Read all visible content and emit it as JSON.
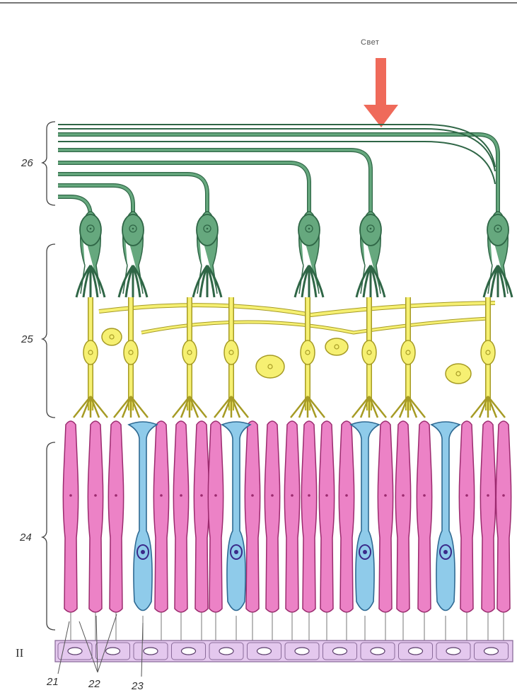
{
  "arrow": {
    "label": "Свет",
    "color": "#ef6a5a"
  },
  "layers": [
    {
      "id": "26",
      "label": "26",
      "color": "#66a87e"
    },
    {
      "id": "25",
      "label": "25",
      "color": "#f6f072"
    },
    {
      "id": "24",
      "label": "24",
      "color": "#ec82c6"
    }
  ],
  "pigment_layer_label": "II",
  "bottom_labels": [
    "21",
    "22",
    "23"
  ],
  "colors": {
    "ganglion": "#66a87e",
    "ganglion_outline": "#2f6646",
    "bipolar": "#f6f072",
    "bipolar_outline": "#a69b24",
    "rod": "#ec82c6",
    "rod_outline": "#9b2a6e",
    "cone": "#8fcbea",
    "cone_outline": "#2f6a93",
    "pigment": "#e4c8ee",
    "nucleus": "#3a2a8a"
  }
}
